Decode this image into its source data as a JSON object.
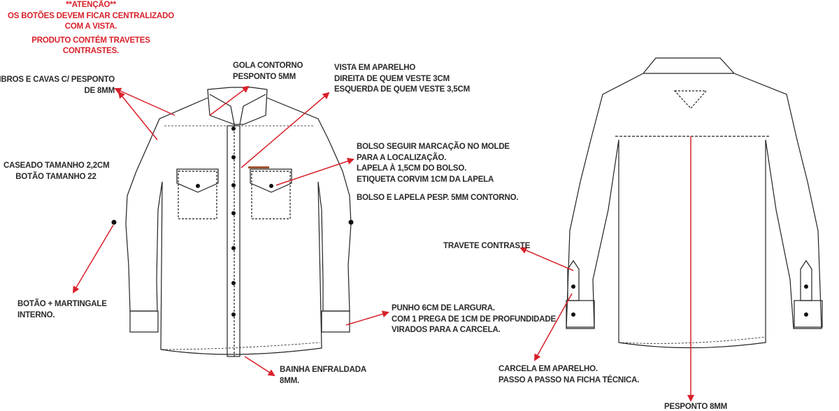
{
  "attention": {
    "title": "**ATENÇÃO**",
    "line1": "OS BOTÕES DEVEM FICAR CENTRALIZADO",
    "line2": "COM A VISTA.",
    "line3": "PRODUTO CONTÉM TRAVETES",
    "line4": "CONTRASTES."
  },
  "notes": {
    "ombros": [
      "OMBROS E CAVAS C/ PESPONTO",
      "DE 8MM"
    ],
    "gola": [
      "GOLA CONTORNO",
      "PESPONTO 5MM"
    ],
    "vista": [
      "VISTA EM APARELHO",
      "DIREITA DE QUEM VESTE 3CM",
      "ESQUERDA DE QUEM VESTE 3,5CM"
    ],
    "bolso": [
      "BOLSO SEGUIR MARCAÇÃO NO MOLDE",
      "PARA A LOCALIZAÇÃO.",
      "LAPELA À 1,5CM DO BOLSO.",
      "ETIQUETA CORVIM 1CM DA LAPELA",
      "BOLSO E LAPELA PESP. 5MM CONTORNO."
    ],
    "caseado": [
      "CASEADO TAMANHO 2,2CM",
      "BOTÃO TAMANHO 22"
    ],
    "martingale": [
      "BOTÃO + MARTINGALE",
      "INTERNO."
    ],
    "punho": [
      "PUNHO 6CM DE LARGURA.",
      "COM 1 PREGA DE 1CM DE PROFUNDIDADE",
      "VIRADOS PARA A CARCELA."
    ],
    "bainha": [
      "BAINHA ENFRALDADA",
      "8MM."
    ],
    "travete": [
      "TRAVETE CONTRASTE"
    ],
    "carcela": [
      "CARCELA EM APARELHO.",
      "PASSO A PASSO NA FICHA TÉCNICA."
    ],
    "pesponto": [
      "PESPONTO 8MM"
    ]
  },
  "colors": {
    "accent": "#d8202a",
    "line": "#222222"
  }
}
